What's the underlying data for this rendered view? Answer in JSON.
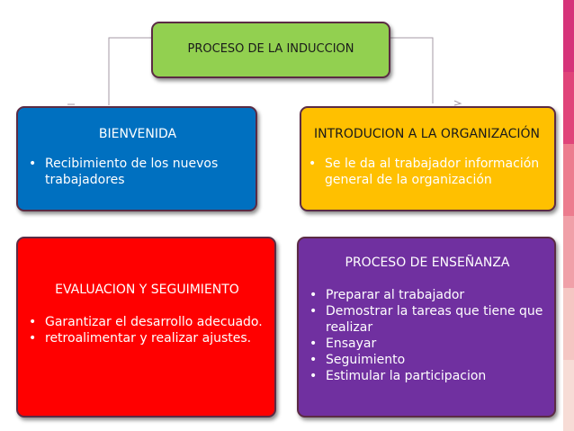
{
  "colors": {
    "top_box": "#92d050",
    "bienvenida": "#0070c0",
    "introducion": "#ffc000",
    "introducion_title": "#1a1a1a",
    "evaluacion": "#ff0000",
    "ensenanza": "#7030a0",
    "border": "#5b2b44",
    "connector": "#a59aa6",
    "stripe": [
      "#d6337a",
      "#e0447a",
      "#ec7c8e",
      "#f0a0a8",
      "#f5c6c3",
      "#f7dcd6"
    ]
  },
  "top": {
    "title": "PROCESO DE LA INDUCCION"
  },
  "bienvenida": {
    "title": "BIENVENIDA",
    "items": [
      "Recibimiento de los nuevos trabajadores"
    ]
  },
  "introducion": {
    "title": "INTRODUCION  A LA ORGANIZACIÓN",
    "items": [
      "Se le da al trabajador información general de la organización"
    ]
  },
  "evaluacion": {
    "title": "EVALUACION Y SEGUIMIENTO",
    "items": [
      "Garantizar el desarrollo adecuado.",
      "retroalimentar y realizar ajustes."
    ]
  },
  "ensenanza": {
    "title": "PROCESO DE ENSEÑANZA",
    "items": [
      "Preparar al trabajador",
      "Demostrar la tareas que tiene que realizar",
      "Ensayar",
      "Seguimiento",
      "Estimular la participacion"
    ]
  }
}
